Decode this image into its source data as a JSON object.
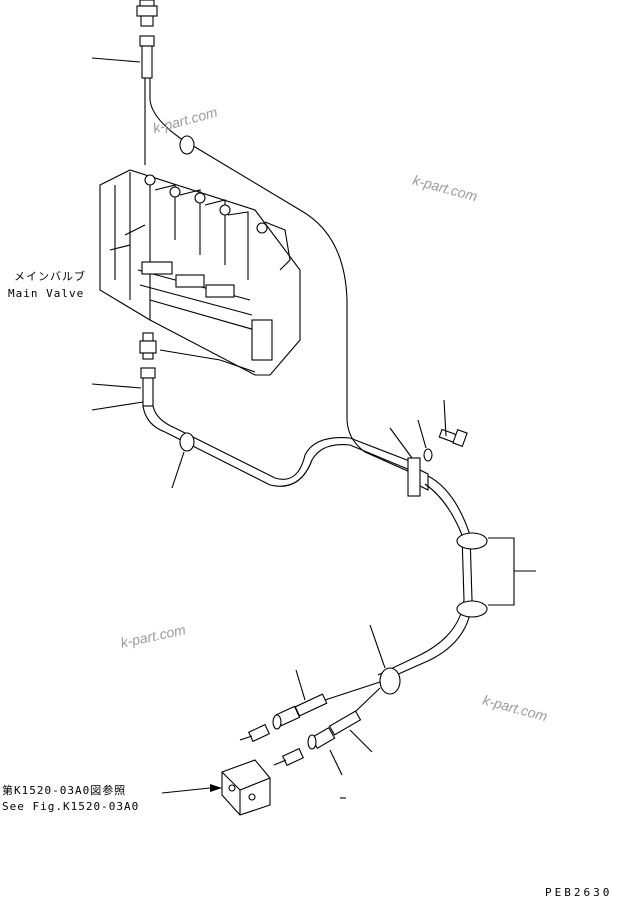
{
  "labels": {
    "main_valve_jp": "メインバルブ",
    "main_valve_en": "Main Valve",
    "ref_jp": "第K1520-03A0図参照",
    "ref_en": "See Fig.K1520-03A0",
    "drawing_no": "PEB2630"
  },
  "watermarks": [
    "k-part.com",
    "k-part.com",
    "k-part.com",
    "k-part.com"
  ]
}
